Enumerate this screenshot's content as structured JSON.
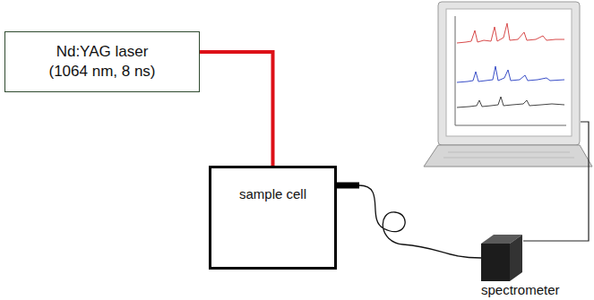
{
  "diagram": {
    "nodes": [
      {
        "text": [
          "Nd:YAG laser (1064 nm, 8 ns)"
        ]
      },
      {
        "text": [
          "sample cell"
        ]
      },
      {
        "text": [
          "spectrometer"
        ]
      }
    ],
    "edges": [
      {
        "from": 0,
        "to": 1,
        "arrow": "none"
      },
      {
        "from": 1,
        "to": 2,
        "arrow": "none"
      }
    ]
  }
}
